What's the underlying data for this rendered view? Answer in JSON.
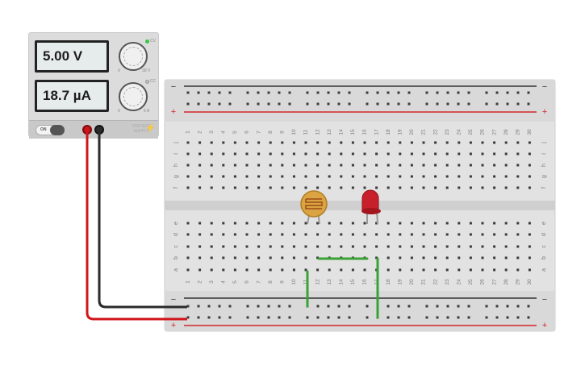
{
  "power_supply": {
    "voltage_display": "5.00 V",
    "current_display": "18.7 µA",
    "voltage_knob_min": "0",
    "voltage_knob_max": "30 V",
    "current_knob_min": "0",
    "current_knob_max": "5 A",
    "cv_label": "CV",
    "cc_label": "CC",
    "power_switch_label": "ON",
    "brand_label": "VOLTAGE SUPPLY",
    "colors": {
      "cv_led": "#3ec24b",
      "positive_terminal": "#c0151b",
      "negative_terminal": "#2b2b2b"
    }
  },
  "breadboard": {
    "columns": [
      "1",
      "2",
      "3",
      "4",
      "5",
      "6",
      "7",
      "8",
      "9",
      "10",
      "11",
      "12",
      "13",
      "14",
      "15",
      "16",
      "17",
      "18",
      "19",
      "20",
      "21",
      "22",
      "23",
      "24",
      "25",
      "26",
      "27",
      "28",
      "29",
      "30"
    ],
    "top_rows": [
      "j",
      "i",
      "h",
      "g",
      "f"
    ],
    "bottom_rows": [
      "e",
      "d",
      "c",
      "b",
      "a"
    ],
    "rail_minus": "−",
    "rail_plus": "+",
    "colors": {
      "rail_red": "#d3262a",
      "rail_dark": "#333333",
      "wire_green": "#3aa335",
      "hole": "#3a3a3a",
      "board": "#e2e2e2"
    }
  },
  "components": {
    "photoresistor": "photoresistor",
    "led": "led",
    "led_color": "#c8202a"
  },
  "wires": {
    "red_lead_color": "#d1141b",
    "black_lead_color": "#2a2a2a"
  }
}
